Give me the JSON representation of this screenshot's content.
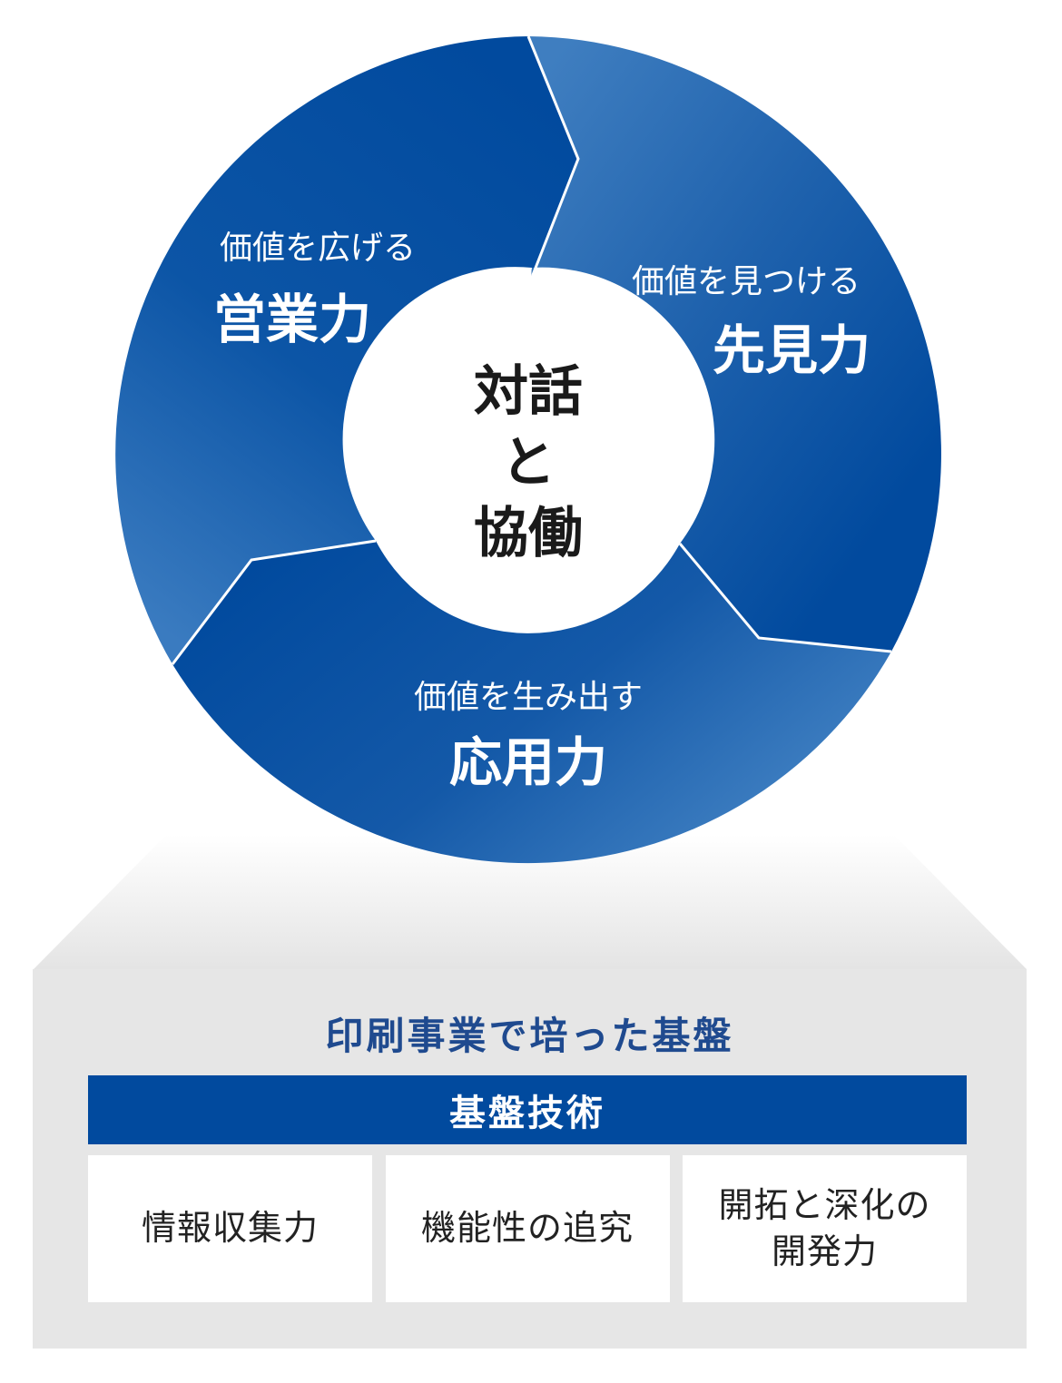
{
  "colors": {
    "segment_dark": "#014a9e",
    "segment_light": "#3f7ec0",
    "platform_gray": "#e6e6e6",
    "title_blue": "#1f4a8f"
  },
  "center": {
    "line1": "対話",
    "line2": "と",
    "line3": "協働"
  },
  "segments": [
    {
      "id": "sales",
      "sub": "価値を広げる",
      "main": "営業力"
    },
    {
      "id": "foresight",
      "sub": "価値を見つける",
      "main": "先見力"
    },
    {
      "id": "application",
      "sub": "価値を生み出す",
      "main": "応用力"
    }
  ],
  "foundation": {
    "title": "印刷事業で培った基盤",
    "tech_label": "基盤技術",
    "items": [
      "情報収集力",
      "機能性の追究",
      "開拓と深化の\n開発力"
    ]
  }
}
